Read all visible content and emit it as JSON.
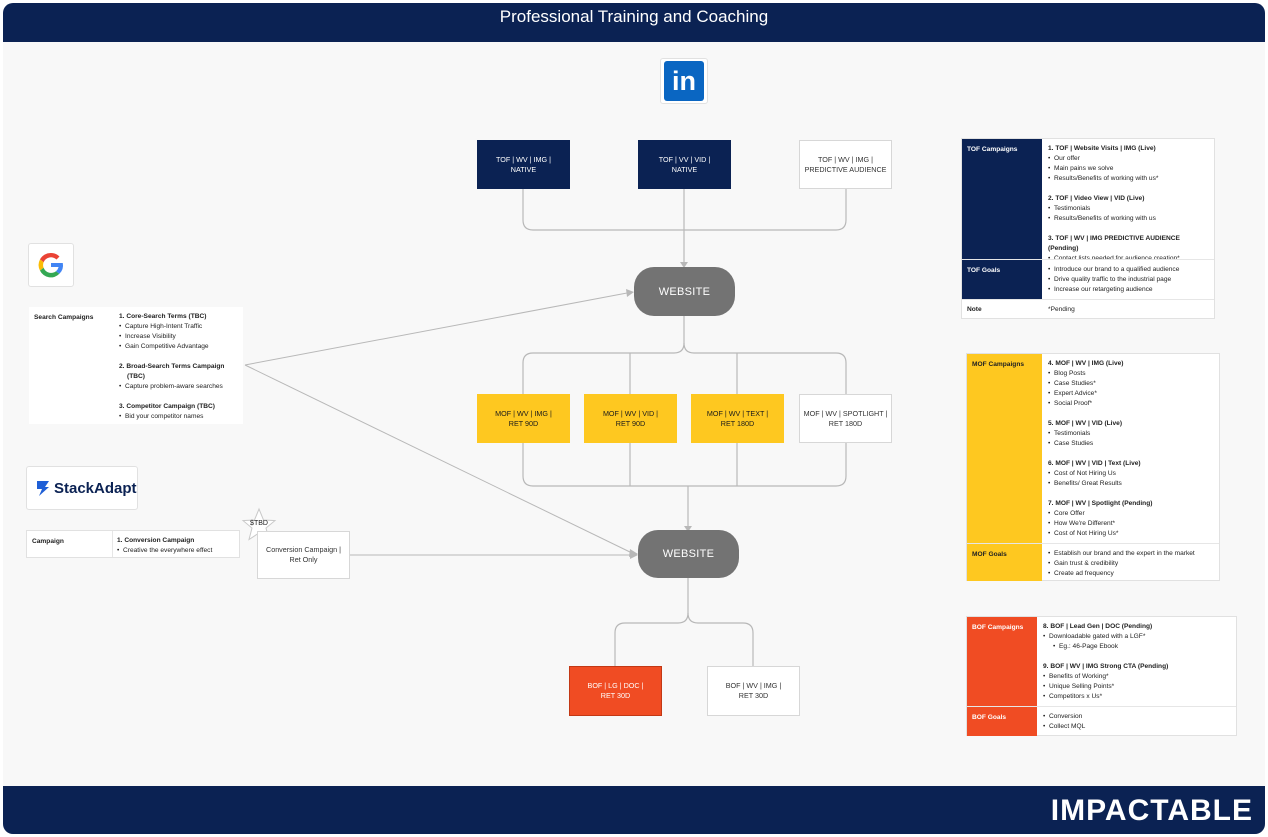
{
  "title": "Professional Training and Coaching",
  "brand": "IMPACTABLE",
  "logos": {
    "linkedin": "in",
    "google": "G",
    "stackadapt": "StackAdapt"
  },
  "colors": {
    "navy": "#0b2253",
    "yellow": "#fec820",
    "orange": "#f04c23",
    "website": "#737373"
  },
  "tof_nodes": [
    [
      "TOF | WV | IMG |",
      "NATIVE"
    ],
    [
      "TOF | VV | VID |",
      "NATIVE"
    ],
    [
      "TOF | WV | IMG |",
      "PREDICTIVE AUDIENCE"
    ]
  ],
  "mof_nodes": [
    [
      "MOF | WV | IMG |",
      "RET 90D"
    ],
    [
      "MOF | WV | VID |",
      "RET 90D"
    ],
    [
      "MOF | WV | TEXT |",
      "RET 180D"
    ],
    [
      "MOF | WV | SPOTLIGHT |",
      "RET 180D"
    ]
  ],
  "bof_nodes": [
    [
      "BOF | LG | DOC |",
      "RET 30D"
    ],
    [
      "BOF | WV | IMG |",
      "RET 30D"
    ]
  ],
  "website_label": "WEBSITE",
  "search": {
    "label": "Search Campaigns",
    "items": [
      {
        "heading": "1. Core-Search Terms (TBC)",
        "bullets": [
          "Capture High-Intent Traffic",
          "Increase Visibility",
          "Gain Competitive Advantage"
        ]
      },
      {
        "heading": "2. Broad-Search Terms Campaign",
        "heading2": "(TBC)",
        "bullets": [
          "Capture problem-aware searches"
        ]
      },
      {
        "heading": "3. Competitor Campaign (TBC)",
        "bullets": [
          "Bid your competitor names"
        ]
      }
    ]
  },
  "stack": {
    "label": "Campaign",
    "heading": "1. Conversion Campaign",
    "bullets": [
      "Creative the everywhere effect"
    ],
    "badge": "$TBD",
    "node": [
      "Conversion Campaign |",
      "Ret Only"
    ]
  },
  "tof_panel": {
    "campaigns_label": "TOF Campaigns",
    "campaigns": [
      {
        "heading": "1. TOF | Website Visits | IMG (Live)",
        "bullets": [
          "Our offer",
          "Main pains we solve",
          "Results/Benefits of working with us*"
        ]
      },
      {
        "heading": "2. TOF | Video View | VID (Live)",
        "bullets": [
          "Testimonials",
          "Results/Benefits of working with us"
        ]
      },
      {
        "heading": "3. TOF | WV | IMG  PREDICTIVE AUDIENCE (Pending)",
        "bullets": [
          "Contact lists needed for audience creation*"
        ]
      }
    ],
    "goals_label": "TOF Goals",
    "goals": [
      "Introduce our brand to a qualified audience",
      "Drive quality traffic to the industrial page",
      "Increase our retargeting audience"
    ],
    "note_label": "Note",
    "note": "*Pending"
  },
  "mof_panel": {
    "campaigns_label": "MOF Campaigns",
    "campaigns": [
      {
        "heading": "4. MOF | WV | IMG (Live)",
        "bullets": [
          "Blog Posts",
          "Case Studies*",
          "Expert Advice*",
          "Social Proof*"
        ]
      },
      {
        "heading": "5. MOF | WV | VID  (Live)",
        "bullets": [
          "Testimonials",
          "Case Studies"
        ]
      },
      {
        "heading": "6. MOF | WV | VID | Text (Live)",
        "bullets": [
          "Cost of Not Hiring Us",
          "Benefits/ Great Results"
        ]
      },
      {
        "heading": "7. MOF | WV | Spotlight (Pending)",
        "bullets": [
          "Core Offer",
          "How We're Different*",
          "Cost of Not Hiring Us*"
        ]
      }
    ],
    "goals_label": "MOF Goals",
    "goals": [
      "Establish our brand and the expert in the market",
      "Gain trust & credibility",
      "Create ad frequency"
    ]
  },
  "bof_panel": {
    "campaigns_label": "BOF Campaigns",
    "campaigns": [
      {
        "heading": "8. BOF | Lead Gen | DOC (Pending)",
        "bullets": [
          "Downloadable gated with a LGF*"
        ],
        "sub": [
          "Eg.: 46-Page Ebook"
        ]
      },
      {
        "heading": "9. BOF | WV | IMG Strong CTA (Pending)",
        "bullets": [
          "Benefits of Working*",
          "Unique Selling Points*",
          "Competitors x Us*"
        ]
      }
    ],
    "goals_label": "BOF Goals",
    "goals": [
      "Conversion",
      "Collect MQL"
    ]
  }
}
